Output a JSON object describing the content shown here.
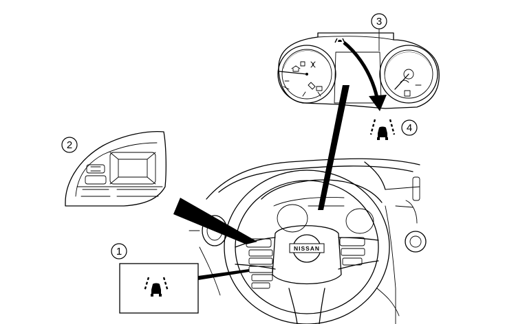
{
  "callouts": [
    {
      "id": "callout-1",
      "number": "1"
    },
    {
      "id": "callout-2",
      "number": "2"
    },
    {
      "id": "callout-3",
      "number": "3"
    },
    {
      "id": "callout-4",
      "number": "4"
    }
  ],
  "steering_wheel": {
    "brand_text": "NISSAN"
  },
  "icons": {
    "lane_assist_switch": "lane-departure-icon",
    "cluster_indicator": "lane-departure-icon",
    "cluster_small_indicator": "small-lane-icon"
  }
}
